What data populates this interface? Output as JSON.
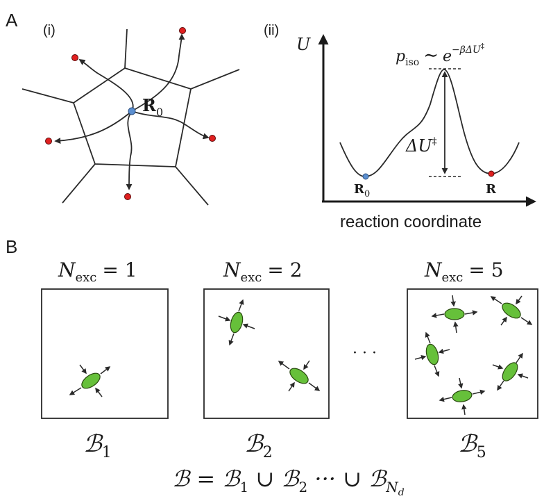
{
  "panels": {
    "A": {
      "label": "A",
      "i": {
        "label": "(i)",
        "state_label_main": "R",
        "state_label_sub": "0"
      },
      "ii": {
        "label": "(ii)",
        "y_axis": "U",
        "x_axis": "reaction coordinate",
        "barrier_p": "p",
        "barrier_p_sub": "iso",
        "barrier_sim": "∼",
        "barrier_e": "e",
        "barrier_exp": "−βΔU",
        "barrier_dagger": "‡",
        "delta_u": "ΔU",
        "delta_u_dagger": "‡",
        "left_min_main": "R",
        "left_min_sub": "0",
        "right_min": "R"
      }
    },
    "B": {
      "label": "B",
      "boxes": [
        {
          "nexc_symbol": "N",
          "nexc_sub": "exc",
          "nexc_value": "= 1",
          "basin": "ℬ",
          "basin_sub": "1"
        },
        {
          "nexc_symbol": "N",
          "nexc_sub": "exc",
          "nexc_value": "= 2",
          "basin": "ℬ",
          "basin_sub": "2"
        },
        {
          "nexc_symbol": "N",
          "nexc_sub": "exc",
          "nexc_value": "= 5",
          "basin": "ℬ",
          "basin_sub": "5"
        }
      ],
      "ellipsis": "· · ·",
      "union": {
        "lhs": "ℬ = ℬ",
        "s1": "1",
        "cup1": " ∪ ℬ",
        "s2": "2",
        "dots": " ··· ∪ ℬ",
        "sN": "N",
        "sNd": "d"
      }
    }
  },
  "colors": {
    "saddle_points": "#e02020",
    "initial_state": "#5b8fd0",
    "defects": "#66c03a"
  }
}
